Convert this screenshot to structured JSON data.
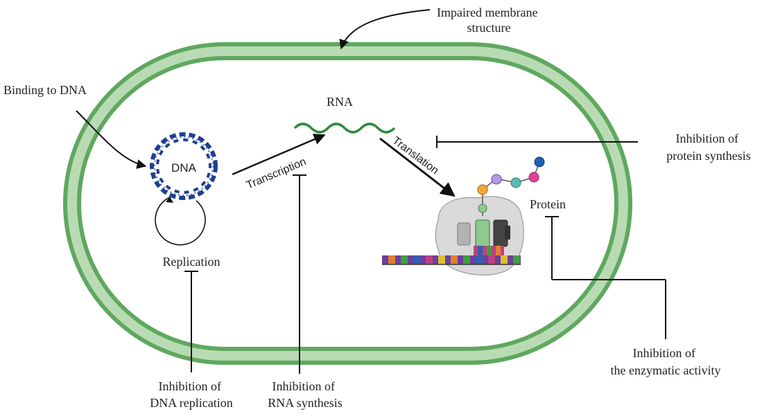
{
  "labels": {
    "impaired_membrane": [
      "Impaired membrane",
      "structure"
    ],
    "binding_to_dna": "Binding to DNA",
    "rna": "RNA",
    "dna": "DNA",
    "transcription": "Transcription",
    "translation": "Translation",
    "protein": "Protein",
    "replication": "Replication",
    "inhibition_protein_synthesis": [
      "Inhibition of",
      "protein synthesis"
    ],
    "inhibition_enzymatic_activity": [
      "Inhibition of",
      "the enzymatic activity"
    ],
    "inhibition_dna_replication": [
      "Inhibition of",
      "DNA replication"
    ],
    "inhibition_rna_synthesis": [
      "Inhibition of",
      "RNA synthesis"
    ]
  },
  "colors": {
    "membrane_outer": "#5fa85f",
    "membrane_inner": "#b9dbb3",
    "dna_helix": "#1f3f8f",
    "rna_strand": "#2e8b3a",
    "ribosome": "#d9d9d9",
    "protein_chain": [
      "#8fc98f",
      "#f2a93b",
      "#b79be0",
      "#5bb8b0",
      "#e0409a",
      "#1f5fb0"
    ]
  }
}
